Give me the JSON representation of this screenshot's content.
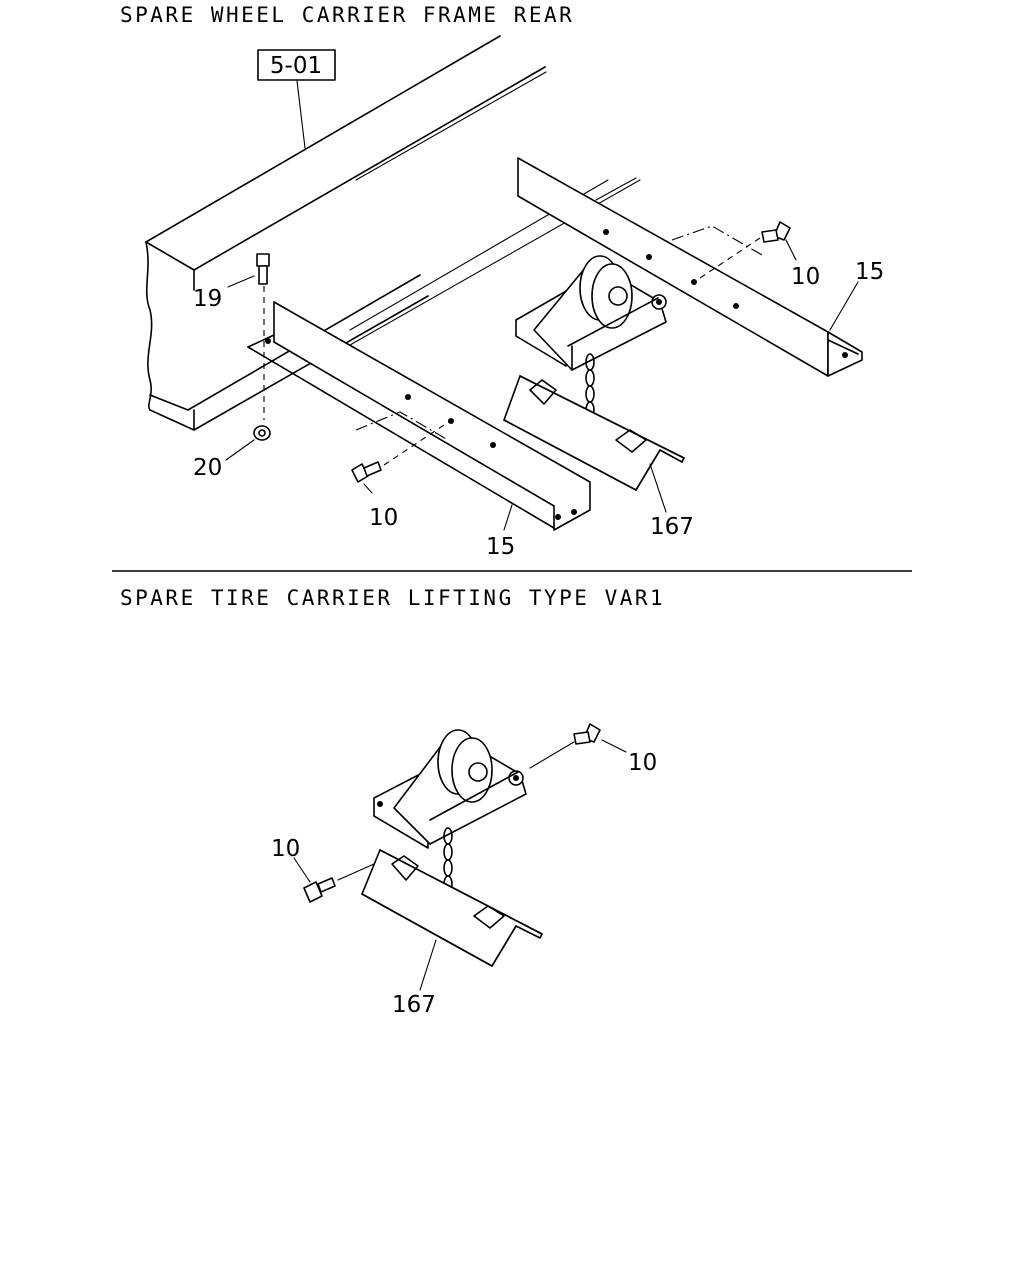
{
  "sections": [
    {
      "title": "SPARE WHEEL CARRIER FRAME REAR",
      "reference_box": "5-01",
      "callouts": [
        "19",
        "20",
        "10",
        "15",
        "10",
        "15",
        "167"
      ]
    },
    {
      "title": "SPARE TIRE CARRIER LIFTING TYPE VAR1",
      "callouts": [
        "10",
        "10",
        "167"
      ]
    }
  ]
}
